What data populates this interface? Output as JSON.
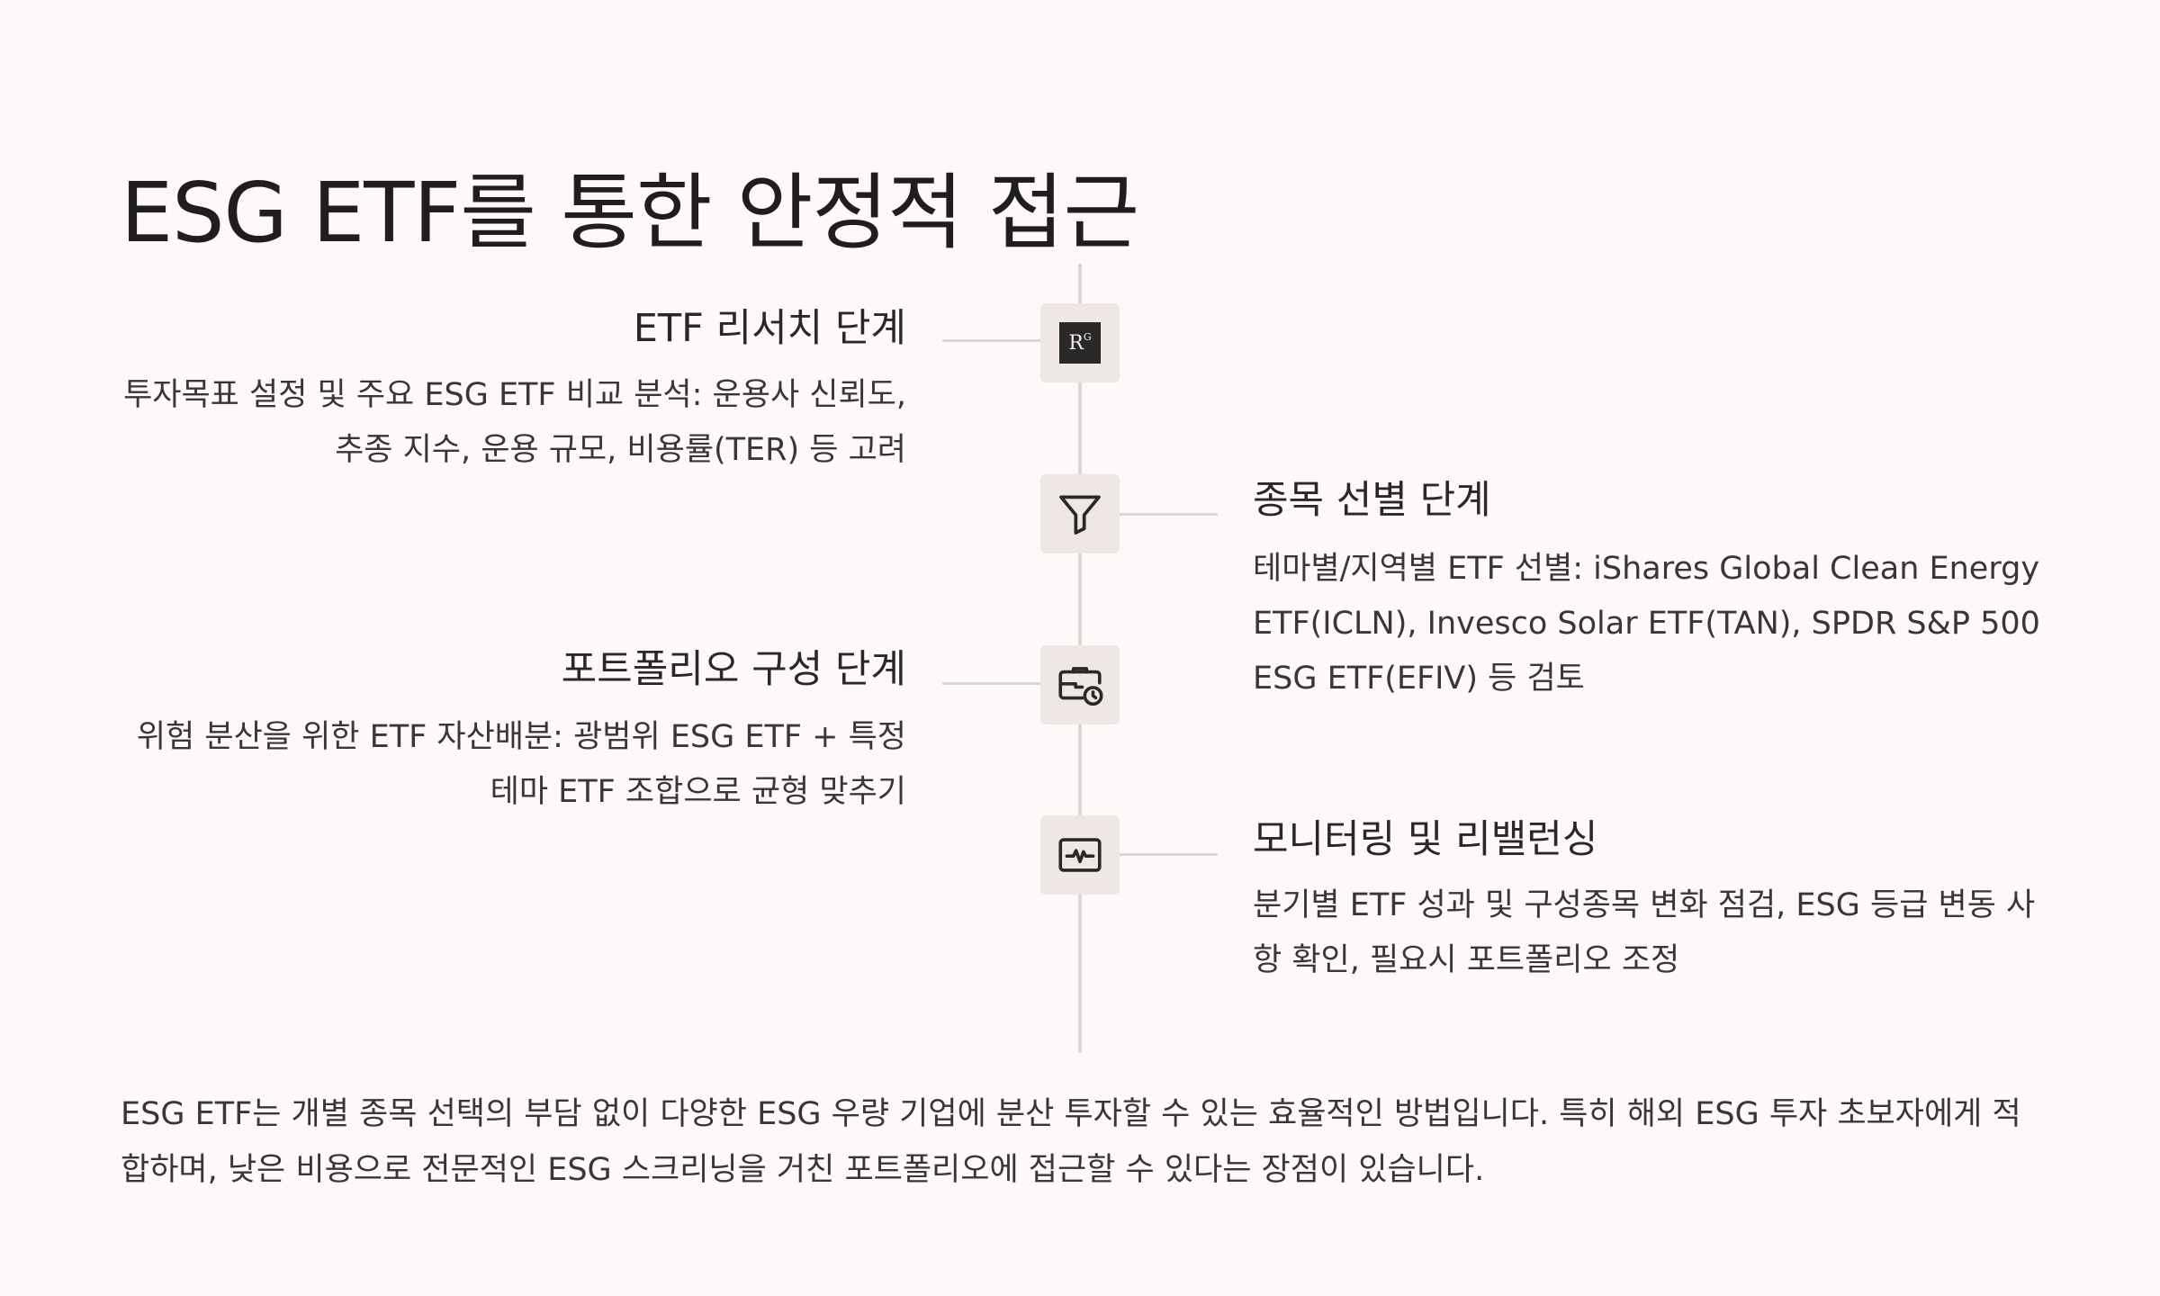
{
  "title": "ESG ETF를 통한 안정적 접근",
  "steps": [
    {
      "title": "ETF 리서치 단계",
      "description": "투자목표 설정 및 주요 ESG ETF 비교 분석: 운용사 신뢰도, 추종 지수, 운용 규모, 비용률(TER) 등 고려",
      "icon": "rg-logo-icon",
      "icon_text": "R",
      "icon_sup": "G"
    },
    {
      "title": "종목 선별 단계",
      "description": "테마별/지역별 ETF 선별: iShares Global Clean Energy ETF(ICLN), Invesco Solar ETF(TAN), SPDR S&P 500 ESG ETF(EFIV) 등 검토",
      "icon": "funnel-icon"
    },
    {
      "title": "포트폴리오 구성 단계",
      "description": "위험 분산을 위한 ETF 자산배분: 광범위 ESG ETF + 특정 테마 ETF 조합으로 균형 맞추기",
      "icon": "briefcase-clock-icon"
    },
    {
      "title": "모니터링 및 리밸런싱",
      "description": "분기별 ETF 성과 및 구성종목 변화 점검, ESG 등급 변동 사항 확인, 필요시 포트폴리오 조정",
      "icon": "pulse-monitor-icon"
    }
  ],
  "footer": "ESG ETF는 개별 종목 선택의 부담 없이 다양한 ESG 우량 기업에 분산 투자할 수 있는 효율적인 방법입니다. 특히 해외 ESG 투자 초보자에게 적합하며, 낮은 비용으로 전문적인 ESG 스크리닝을 거친 포트폴리오에 접근할 수 있다는 장점이 있습니다.",
  "colors": {
    "background": "#fcf9f8",
    "icon_box": "#efe7e6",
    "line": "#dcd6d5",
    "text": "#2a2727"
  }
}
